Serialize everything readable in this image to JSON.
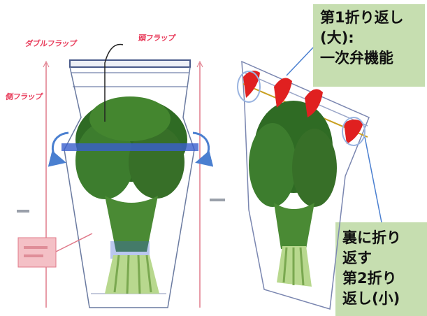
{
  "callouts": {
    "top": "第1折り返し\n(大):\n一次弁機能",
    "bottom": "裏に折り\n返す\n第2折り\n返し(小)"
  },
  "left_diagram_labels": {
    "double_flap": "ダブルフラップ",
    "top_flap": "頭フラップ",
    "side_flap": "側フラップ"
  },
  "colors": {
    "callout_bg": "#c6deb0",
    "label_red": "#e83b5a",
    "dimension_pink": "#e07a8a",
    "band_blue": "#3a5fcd",
    "leaf_green": "#2f6b24",
    "stem_green": "#8fbf5a",
    "flap_red": "#e02020",
    "arrow_blue": "#4a7fd0"
  }
}
